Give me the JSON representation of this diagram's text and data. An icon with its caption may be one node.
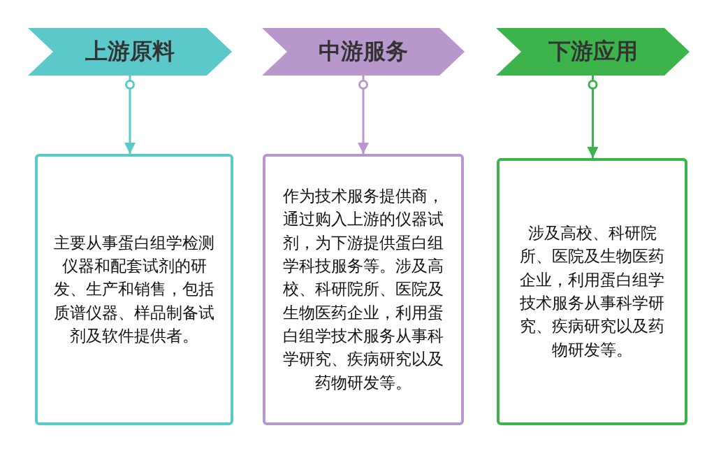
{
  "diagram": {
    "nodes": [
      {
        "text": [
          "上游原料"
        ]
      },
      {
        "text": [
          "中游服务"
        ]
      },
      {
        "text": [
          "下游应用"
        ]
      },
      {
        "text": [
          "主要从事蛋白组学检测仪器和配套试剂的研发、生产和销售，包括质谱仪器、样品制备试剂及软件提供者。"
        ]
      },
      {
        "text": [
          "作为技术服务提供商，通过购入上游的仪器试剂，为下游提供蛋白组学科技服务等。涉及高校、科研院所、医院及生物医药企业，利用蛋白组学技术服务从事科学研究、疾病研究以及药物研发等。"
        ]
      },
      {
        "text": [
          "涉及高校、科研院所、医院及生物医药企业，利用蛋白组学技术服务从事科学研究、疾病研究以及药物研发等。"
        ]
      }
    ],
    "edges": [
      {
        "from": 0,
        "to": 3,
        "arrow": "to",
        "color": "#5bc8c9"
      },
      {
        "from": 1,
        "to": 4,
        "arrow": "to",
        "color": "#b897cc"
      },
      {
        "from": 2,
        "to": 5,
        "arrow": "to",
        "color": "#3cb44b"
      }
    ]
  }
}
